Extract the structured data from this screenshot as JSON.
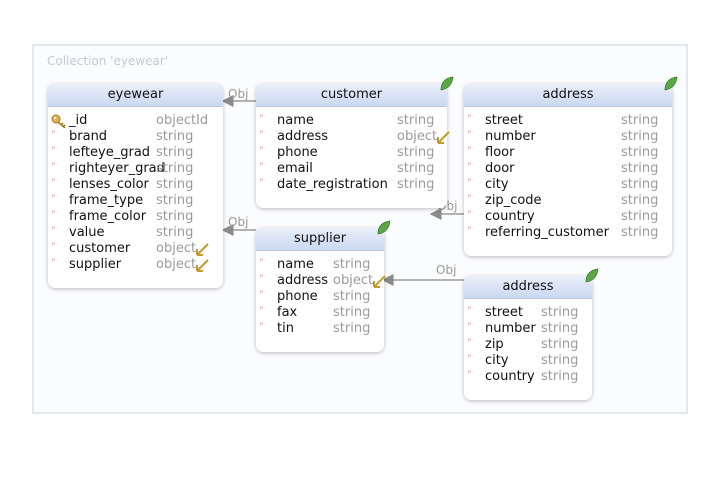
{
  "collection": {
    "title": "Collection 'eyewear'"
  },
  "entities": {
    "eyewear": {
      "title": "eyewear",
      "fields": [
        {
          "name": "_id",
          "type": "objectId",
          "key": true
        },
        {
          "name": "brand",
          "type": "string"
        },
        {
          "name": "lefteye_grad",
          "type": "string"
        },
        {
          "name": "righteyer_grad",
          "type": "string"
        },
        {
          "name": "lenses_color",
          "type": "string"
        },
        {
          "name": "frame_type",
          "type": "string"
        },
        {
          "name": "frame_color",
          "type": "string"
        },
        {
          "name": "value",
          "type": "string"
        },
        {
          "name": "customer",
          "type": "object",
          "ref": true
        },
        {
          "name": "supplier",
          "type": "object",
          "ref": true
        }
      ]
    },
    "customer": {
      "title": "customer",
      "fields": [
        {
          "name": "name",
          "type": "string"
        },
        {
          "name": "address",
          "type": "object",
          "ref": true
        },
        {
          "name": "phone",
          "type": "string"
        },
        {
          "name": "email",
          "type": "string"
        },
        {
          "name": "date_registration",
          "type": "string"
        }
      ]
    },
    "customer_address": {
      "title": "address",
      "fields": [
        {
          "name": "street",
          "type": "string"
        },
        {
          "name": "number",
          "type": "string"
        },
        {
          "name": "floor",
          "type": "string"
        },
        {
          "name": "door",
          "type": "string"
        },
        {
          "name": "city",
          "type": "string"
        },
        {
          "name": "zip_code",
          "type": "string"
        },
        {
          "name": "country",
          "type": "string"
        },
        {
          "name": "referring_customer",
          "type": "string"
        }
      ]
    },
    "supplier": {
      "title": "supplier",
      "fields": [
        {
          "name": "name",
          "type": "string"
        },
        {
          "name": "address",
          "type": "object",
          "ref": true
        },
        {
          "name": "phone",
          "type": "string"
        },
        {
          "name": "fax",
          "type": "string"
        },
        {
          "name": "tin",
          "type": "string"
        }
      ]
    },
    "supplier_address": {
      "title": "address",
      "fields": [
        {
          "name": "street",
          "type": "string"
        },
        {
          "name": "number",
          "type": "string"
        },
        {
          "name": "zip",
          "type": "string"
        },
        {
          "name": "city",
          "type": "string"
        },
        {
          "name": "country",
          "type": "string"
        }
      ]
    }
  },
  "connectors": [
    {
      "label": "Obj"
    },
    {
      "label": "Obj"
    },
    {
      "label": "Obj"
    },
    {
      "label": "Obj"
    }
  ]
}
